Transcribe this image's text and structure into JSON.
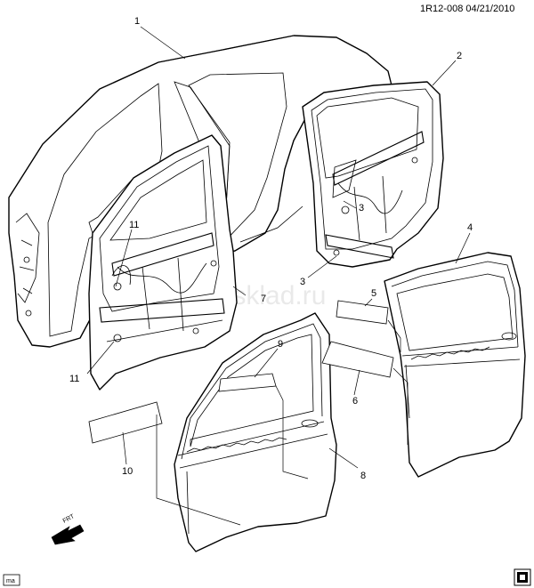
{
  "header": {
    "code": "1R12-008  04/21/2010"
  },
  "callouts": [
    {
      "id": "1",
      "label": "1"
    },
    {
      "id": "2",
      "label": "2"
    },
    {
      "id": "3a",
      "label": "3"
    },
    {
      "id": "3b",
      "label": "3"
    },
    {
      "id": "4",
      "label": "4"
    },
    {
      "id": "5",
      "label": "5"
    },
    {
      "id": "6",
      "label": "6"
    },
    {
      "id": "7",
      "label": "7"
    },
    {
      "id": "8",
      "label": "8"
    },
    {
      "id": "9",
      "label": "9"
    },
    {
      "id": "10",
      "label": "10"
    },
    {
      "id": "11a",
      "label": "11"
    },
    {
      "id": "11b",
      "label": "11"
    }
  ],
  "orientation": {
    "label": "FRT"
  },
  "watermark": "www.gmsklad.ru",
  "corner_tag": "ma"
}
